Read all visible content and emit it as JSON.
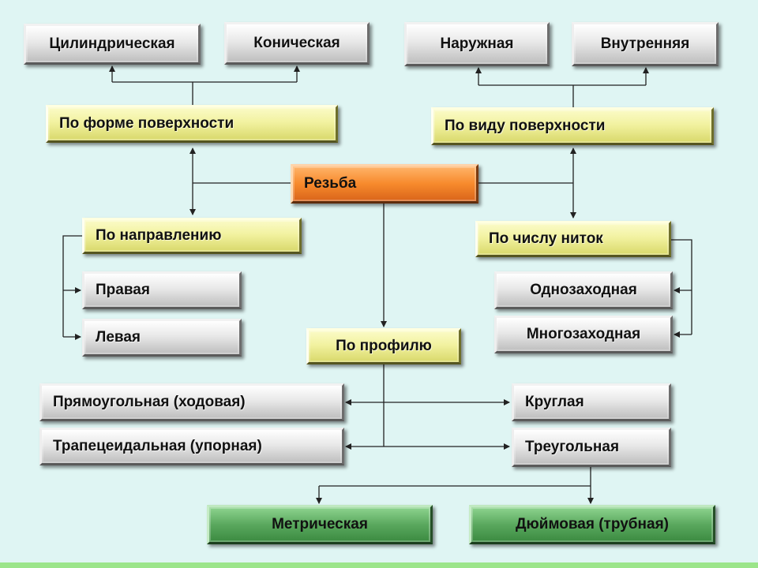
{
  "nodes": {
    "cylindrical": "Цилиндрическая",
    "conical": "Коническая",
    "external": "Наружная",
    "internal": "Внутренняя",
    "by_surface_shape": "По форме поверхности",
    "by_surface_type": "По виду поверхности",
    "thread": "Резьба",
    "by_direction": "По направлению",
    "by_thread_count": "По числу ниток",
    "right": "Правая",
    "left": "Левая",
    "single_start": "Однозаходная",
    "multi_start": "Многозаходная",
    "by_profile": "По профилю",
    "rectangular": "Прямоугольная (ходовая)",
    "trapezoidal": "Трапецеидальная (упорная)",
    "round": "Круглая",
    "triangular": "Треугольная",
    "metric": "Метрическая",
    "inch": "Дюймовая (трубная)"
  },
  "colors": {
    "gray": "#d9d9d9",
    "yellow": "#f2f2a0",
    "orange": "#f78a2c",
    "green": "#5aa85e",
    "background": "#dff5f3",
    "bottom_bar": "#9be58a"
  }
}
